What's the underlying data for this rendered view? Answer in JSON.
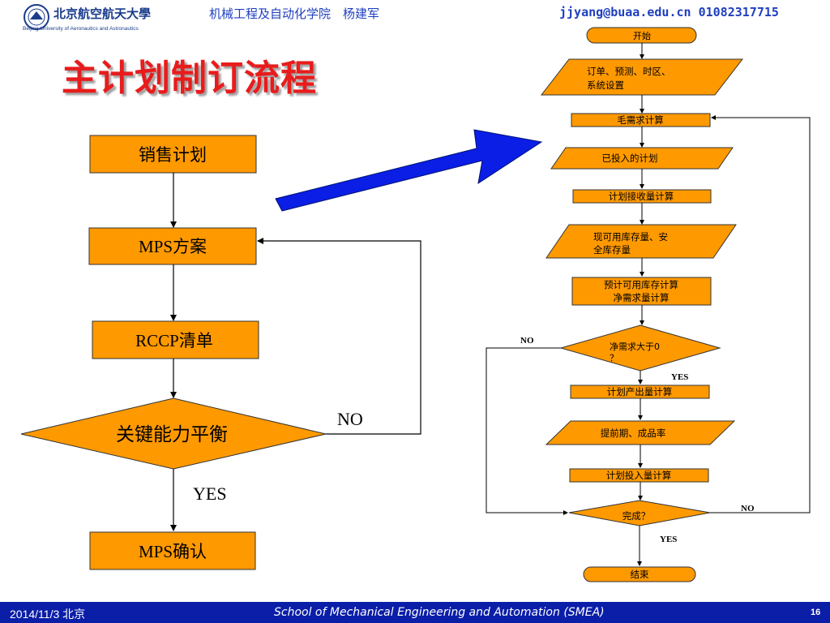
{
  "header": {
    "logo_cn": "北京航空航天大學",
    "logo_en": "Beijing University of Aeronautics and Astronautics",
    "department": "机械工程及自动化学院　杨建军",
    "contact": "jjyang@buaa.edu.cn  01082317715"
  },
  "slide": {
    "title": "主计划制订流程"
  },
  "left_flow": {
    "sales_plan": "销售计划",
    "mps_plan": "MPS方案",
    "rccp": "RCCP清单",
    "key_balance": "关键能力平衡",
    "no_label": "NO",
    "yes_label": "YES",
    "mps_confirm": "MPS确认"
  },
  "right_flow": {
    "start": "开始",
    "orders_line1": "订单、预测、时区、",
    "orders_line2": "系统设置",
    "gross_req": "毛需求计算",
    "released_plan": "已投入的计划",
    "receipt_calc": "计划接收量计算",
    "onhand_line1": "现可用库存量、安",
    "onhand_line2": "全库存量",
    "proj_line1": "预计可用库存计算",
    "proj_line2": "净需求量计算",
    "net_req_q_line1": "净需求大于0",
    "net_req_q_line2": "？",
    "no1": "NO",
    "yes1": "YES",
    "output_calc": "计划产出量计算",
    "leadtime": "提前期、成品率",
    "input_calc": "计划投入量计算",
    "done_q": "完成？",
    "no2": "NO",
    "yes2": "YES",
    "end": "结束"
  },
  "colors": {
    "orange": "#ff9900",
    "arrow_blue": "#0a1ee6",
    "title_red": "#e81c1c",
    "footer_blue": "#0b1ea8"
  },
  "footer": {
    "date": "2014/11/3 北京",
    "school": "School of Mechanical Engineering and Automation (SMEA)",
    "page": "16"
  }
}
